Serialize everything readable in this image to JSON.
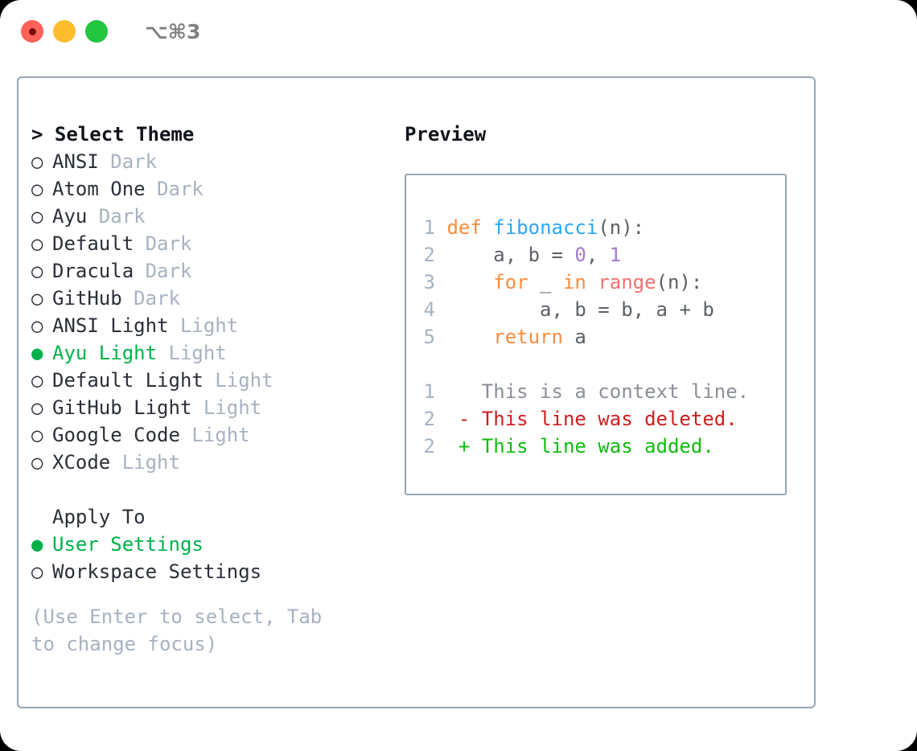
{
  "window": {
    "title_shortcut": "⌥⌘3",
    "traffic_lights": [
      {
        "name": "close",
        "color": "#ff6258"
      },
      {
        "name": "minimize",
        "color": "#ffbd2e"
      },
      {
        "name": "maximize",
        "color": "#22c63f"
      }
    ]
  },
  "theme_picker": {
    "header": "> Select Theme",
    "header_label": "Select Theme",
    "items": [
      {
        "marker": "○",
        "label": "ANSI",
        "variant": "Dark",
        "selected": false
      },
      {
        "marker": "○",
        "label": "Atom One",
        "variant": "Dark",
        "selected": false
      },
      {
        "marker": "○",
        "label": "Ayu",
        "variant": "Dark",
        "selected": false
      },
      {
        "marker": "○",
        "label": "Default",
        "variant": "Dark",
        "selected": false
      },
      {
        "marker": "○",
        "label": "Dracula",
        "variant": "Dark",
        "selected": false
      },
      {
        "marker": "○",
        "label": "GitHub",
        "variant": "Dark",
        "selected": false
      },
      {
        "marker": "○",
        "label": "ANSI Light",
        "variant": "Light",
        "selected": false
      },
      {
        "marker": "●",
        "label": "Ayu Light",
        "variant": "Light",
        "selected": true
      },
      {
        "marker": "○",
        "label": "Default Light",
        "variant": "Light",
        "selected": false
      },
      {
        "marker": "○",
        "label": "GitHub Light",
        "variant": "Light",
        "selected": false
      },
      {
        "marker": "○",
        "label": "Google Code",
        "variant": "Light",
        "selected": false
      },
      {
        "marker": "○",
        "label": "XCode",
        "variant": "Light",
        "selected": false
      }
    ]
  },
  "apply_to": {
    "header": "Apply To",
    "items": [
      {
        "marker": "●",
        "label": "User Settings",
        "selected": true
      },
      {
        "marker": "○",
        "label": "Workspace Settings",
        "selected": false
      }
    ]
  },
  "hint": "(Use Enter to select, Tab to change focus)",
  "preview": {
    "title": "Preview",
    "code_lines": [
      {
        "number": "1",
        "tokens": [
          {
            "text": "def",
            "kind": "kw"
          },
          {
            "text": " ",
            "kind": "plain"
          },
          {
            "text": "fibonacci",
            "kind": "fn"
          },
          {
            "text": "(n):",
            "kind": "punct"
          }
        ]
      },
      {
        "number": "2",
        "tokens": [
          {
            "text": "    a, b = ",
            "kind": "plain"
          },
          {
            "text": "0",
            "kind": "num"
          },
          {
            "text": ", ",
            "kind": "plain"
          },
          {
            "text": "1",
            "kind": "num"
          }
        ]
      },
      {
        "number": "3",
        "tokens": [
          {
            "text": "    ",
            "kind": "plain"
          },
          {
            "text": "for",
            "kind": "kw"
          },
          {
            "text": " _ ",
            "kind": "plain"
          },
          {
            "text": "in",
            "kind": "kw"
          },
          {
            "text": " ",
            "kind": "plain"
          },
          {
            "text": "range",
            "kind": "builtin"
          },
          {
            "text": "(n):",
            "kind": "punct"
          }
        ]
      },
      {
        "number": "4",
        "tokens": [
          {
            "text": "        a, b = b, a + b",
            "kind": "plain"
          }
        ]
      },
      {
        "number": "5",
        "tokens": [
          {
            "text": "    ",
            "kind": "plain"
          },
          {
            "text": "return",
            "kind": "kw"
          },
          {
            "text": " a",
            "kind": "plain"
          }
        ]
      }
    ],
    "diff_lines": [
      {
        "number": "1",
        "sign": " ",
        "text": "This is a context line.",
        "kind": "ctx"
      },
      {
        "number": "2",
        "sign": "-",
        "text": "This line was deleted.",
        "kind": "del"
      },
      {
        "number": "2",
        "sign": "+",
        "text": "This line was added.",
        "kind": "add"
      }
    ]
  },
  "colors": {
    "keyword": "#fa8d3e",
    "function": "#2ba6fa",
    "number": "#a37acc",
    "builtin": "#f07171",
    "plain": "#5c6166",
    "diff_context": "#8a8f98",
    "diff_deleted": "#cc1f1f",
    "diff_added": "#11bb11",
    "selected": "#00b14a",
    "muted": "#a8b2c1",
    "border": "#9aa5b5"
  }
}
